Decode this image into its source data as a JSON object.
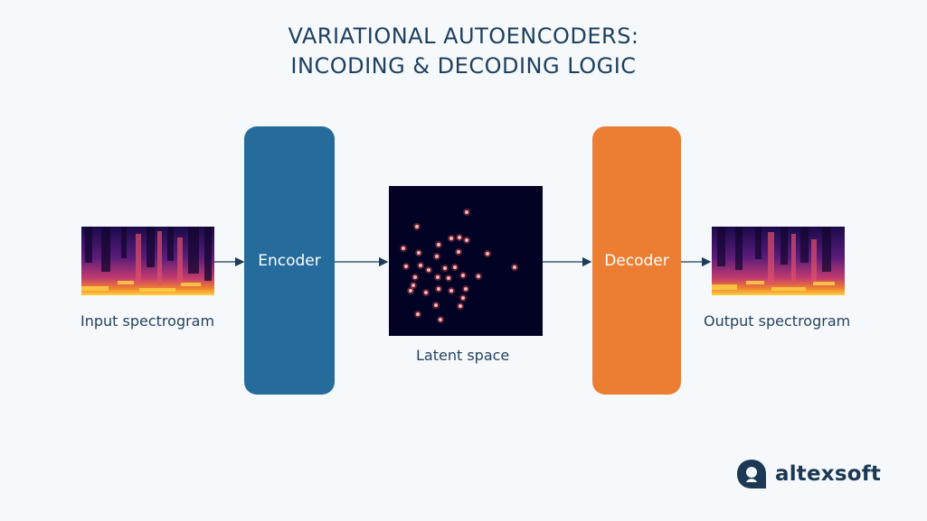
{
  "title": {
    "line1": "VARIATIONAL AUTOENCODERS:",
    "line2": "INCODING & DECODING LOGIC"
  },
  "blocks": {
    "encoder_label": "Encoder",
    "decoder_label": "Decoder"
  },
  "captions": {
    "input": "Input spectrogram",
    "latent": "Latent space",
    "output": "Output spectrogram"
  },
  "logo": {
    "text": "altexsoft",
    "icon": "altexsoft-logo-icon"
  },
  "colors": {
    "encoder": "#256b9c",
    "decoder": "#ec7e33",
    "latent_bg": "#020324",
    "latent_point": "#ff5a5a",
    "text": "#1d3b57",
    "background": "#f5f9fc"
  }
}
